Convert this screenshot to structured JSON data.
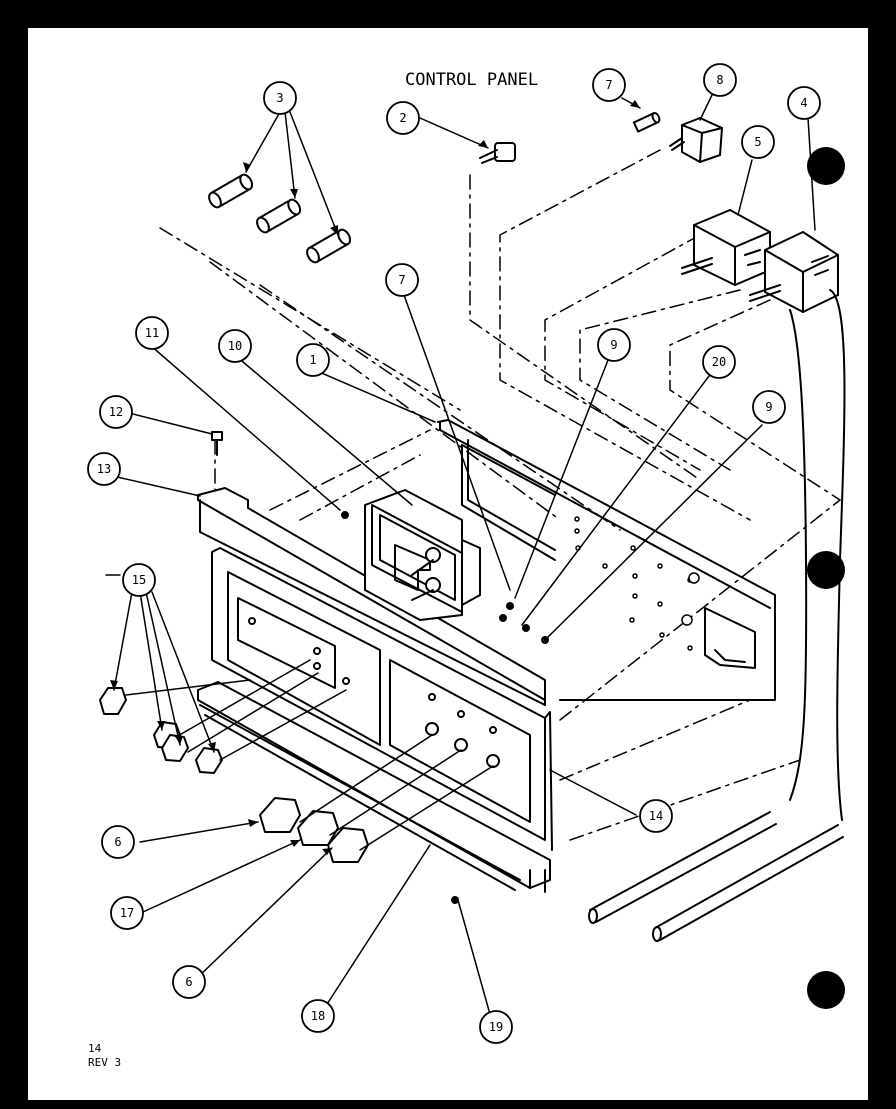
{
  "diagram": {
    "title": "CONTROL PANEL",
    "footer": {
      "page": "14",
      "revision": "REV 3"
    },
    "callouts": [
      "1",
      "2",
      "3",
      "4",
      "5",
      "6",
      "6",
      "7",
      "7",
      "8",
      "9",
      "9",
      "10",
      "11",
      "12",
      "13",
      "14",
      "15",
      "17",
      "18",
      "19",
      "20"
    ]
  },
  "colors": {
    "ink": "#000000",
    "paper": "#ffffff"
  }
}
